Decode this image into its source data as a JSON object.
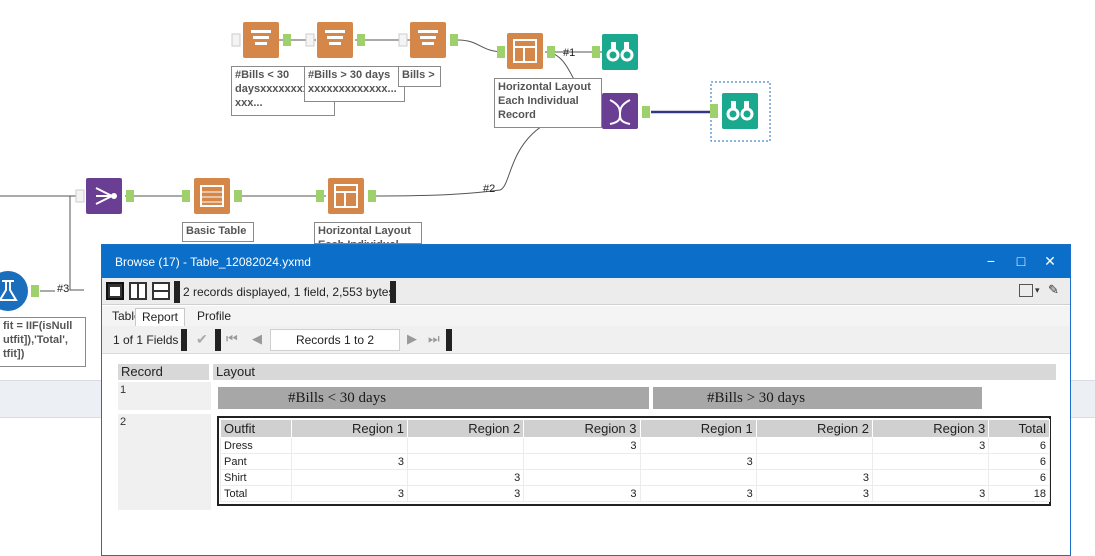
{
  "workflow": {
    "annotations": {
      "anno1": "#Bills < 30\ndaysxxxxxxxxxx\nxxx...",
      "anno2": "#Bills > 30 days\nxxxxxxxxxxxxx...",
      "anno3": "Bills >",
      "anno4": "Horizontal Layout\nEach Individual\nRecord",
      "anno5": "Basic Table",
      "anno6": "Horizontal Layout\nEach Individual...",
      "anno7": "fit = IIF(isNull\nutfit]),'Total',\ntfit])"
    },
    "conn_labels": {
      "c1": "#1",
      "c2": "#2",
      "c3": "#3"
    },
    "colors": {
      "orange": "#d5874a",
      "teal": "#1aa88e",
      "purple": "#6a3f93",
      "blue": "#1a6ebc",
      "anchor": "#9ed06b"
    }
  },
  "browse": {
    "title": "Browse (17) - Table_12082024.yxmd",
    "controls": {
      "minimize": "−",
      "maximize": "□",
      "close": "✕"
    },
    "status": "2 records displayed, 1 field, 2,553 bytes",
    "tabs": [
      "Table",
      "Report",
      "Profile"
    ],
    "active_tab": "Report",
    "fields": "1 of 1 Fields",
    "records": "Records 1 to 2",
    "headers": {
      "record": "Record",
      "layout": "Layout"
    },
    "rows": [
      "1",
      "2"
    ],
    "bills_lt": "#Bills < 30 days",
    "bills_gt": "#Bills > 30 days",
    "table": {
      "columns": [
        "Outfit",
        "Region 1",
        "Region 2",
        "Region 3",
        "Region 1",
        "Region 2",
        "Region 3",
        "Total"
      ],
      "rows": [
        [
          "Dress",
          "",
          "",
          "3",
          "",
          "",
          "3",
          "6"
        ],
        [
          "Pant",
          "3",
          "",
          "",
          "3",
          "",
          "",
          "6"
        ],
        [
          "Shirt",
          "",
          "3",
          "",
          "",
          "3",
          "",
          "6"
        ],
        [
          "Total",
          "3",
          "3",
          "3",
          "3",
          "3",
          "3",
          "18"
        ]
      ]
    }
  }
}
